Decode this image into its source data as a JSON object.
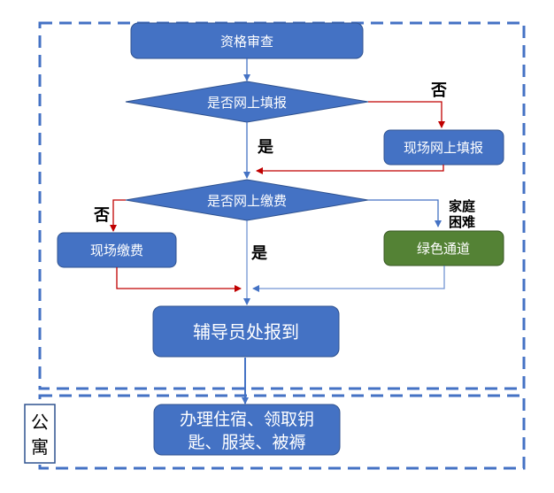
{
  "colors": {
    "box_blue": "#4472c4",
    "box_green": "#548235",
    "box_border": "#2f528f",
    "green_border": "#385723",
    "arrow_blue": "#4472c4",
    "arrow_red": "#c00000",
    "dashed_border": "#4472c4"
  },
  "nodes": {
    "qualification_review": "资格审查",
    "decision_online_register": "是否网上填报",
    "onsite_register": "现场网上填报",
    "decision_online_payment": "是否网上缴费",
    "onsite_payment": "现场缴费",
    "green_channel": "绿色通道",
    "counselor_checkin": "辅导员处报到",
    "dorm_line1": "办理住宿、领取钥",
    "dorm_line2": "匙、服装、被褥"
  },
  "edge_labels": {
    "register_no": "否",
    "register_yes": "是",
    "payment_no": "否",
    "payment_yes": "是",
    "hardship_line1": "家庭",
    "hardship_line2": "困难"
  },
  "sections": {
    "apartment_line1": "公",
    "apartment_line2": "寓"
  }
}
